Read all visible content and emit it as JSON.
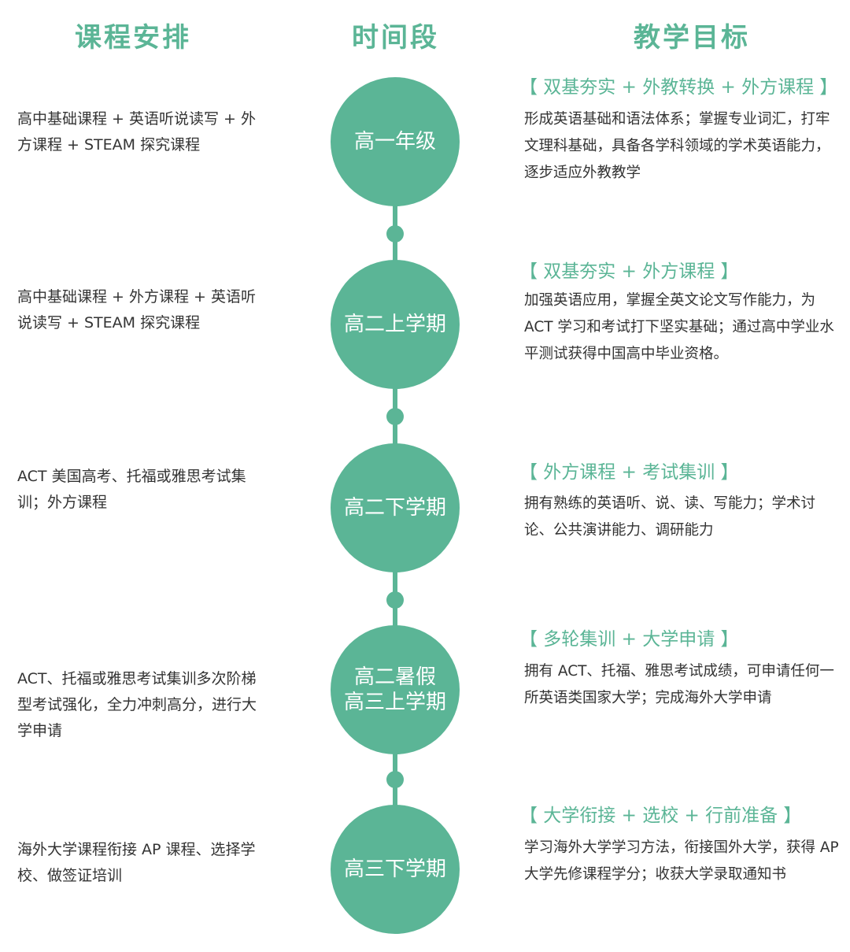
{
  "headers": {
    "schedule": "课程安排",
    "period": "时间段",
    "goal": "教学目标"
  },
  "stages": [
    {
      "period": "高一年级",
      "schedule": "高中基础课程 + 英语听说读写 + 外方课程 + STEAM 探究课程",
      "goal_heading": "【 双基夯实 + 外教转换 + 外方课程 】",
      "goal_text": "形成英语基础和语法体系；掌握专业词汇，打牢文理科基础，具备各学科领域的学术英语能力，逐步适应外教教学"
    },
    {
      "period": "高二上学期",
      "schedule": "高中基础课程 + 外方课程 + 英语听说读写 + STEAM 探究课程",
      "goal_heading": "【 双基夯实 + 外方课程 】",
      "goal_text": "加强英语应用，掌握全英文论文写作能力，为 ACT 学习和考试打下坚实基础；通过高中学业水平测试获得中国高中毕业资格。"
    },
    {
      "period": "高二下学期",
      "schedule": "ACT 美国高考、托福或雅思考试集训；外方课程",
      "goal_heading": "【 外方课程 + 考试集训 】",
      "goal_text": "拥有熟练的英语听、说、读、写能力；学术讨论、公共演讲能力、调研能力"
    },
    {
      "period": "高二暑假\n高三上学期",
      "schedule": "ACT、托福或雅思考试集训多次阶梯型考试强化，全力冲刺高分，进行大学申请",
      "goal_heading": "【 多轮集训 + 大学申请 】",
      "goal_text": "拥有 ACT、托福、雅思考试成绩，可申请任何一所英语类国家大学；完成海外大学申请"
    },
    {
      "period": "高三下学期",
      "schedule": "海外大学课程衔接 AP 课程、选择学校、做签证培训",
      "goal_heading": "【 大学衔接 + 选校 + 行前准备 】",
      "goal_text": "学习海外大学学习方法，衔接国外大学，获得 AP 大学先修课程学分；收获大学录取通知书"
    }
  ],
  "colors": {
    "accent": "#5bb596",
    "text": "#333333",
    "circle_text": "#ffffff"
  }
}
